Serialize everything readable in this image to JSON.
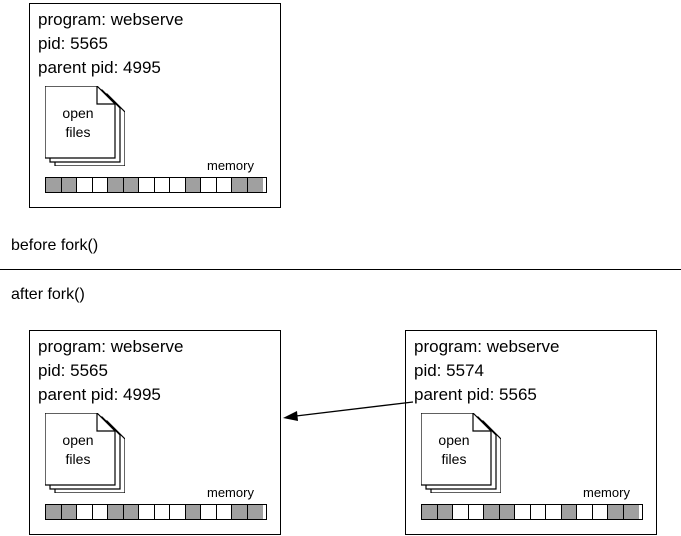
{
  "before": {
    "caption": "before fork()",
    "process": {
      "program": "program: webserve",
      "pid": "pid: 5565",
      "parent_pid": "parent pid: 4995",
      "files_label": [
        "open",
        "files"
      ],
      "memory_label": "memory",
      "memory_cells": [
        1,
        1,
        0,
        0,
        1,
        1,
        0,
        0,
        0,
        1,
        0,
        0,
        1,
        1
      ]
    }
  },
  "after": {
    "caption": "after fork()",
    "parent": {
      "program": "program: webserve",
      "pid": "pid: 5565",
      "parent_pid": "parent pid: 4995",
      "files_label": [
        "open",
        "files"
      ],
      "memory_label": "memory",
      "memory_cells": [
        1,
        1,
        0,
        0,
        1,
        1,
        0,
        0,
        0,
        1,
        0,
        0,
        1,
        1
      ]
    },
    "child": {
      "program": "program: webserve",
      "pid": "pid: 5574",
      "parent_pid": "parent pid: 5565",
      "files_label": [
        "open",
        "files"
      ],
      "memory_label": "memory",
      "memory_cells": [
        1,
        1,
        0,
        0,
        1,
        1,
        0,
        0,
        0,
        1,
        0,
        0,
        1,
        1
      ]
    }
  },
  "colors": {
    "cell_filled": "#a0a0a0",
    "cell_empty": "#ffffff",
    "line": "#000000"
  }
}
